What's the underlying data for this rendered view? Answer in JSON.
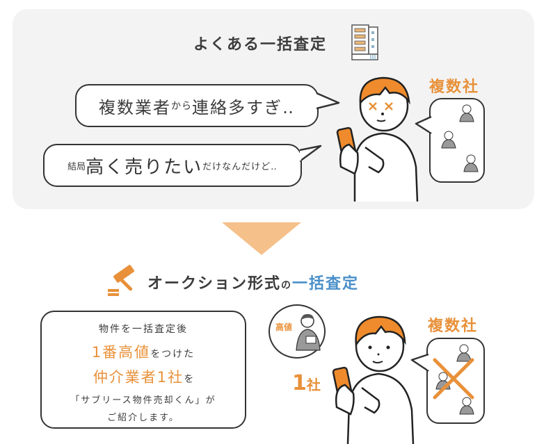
{
  "top_section": {
    "title": "よくある一括査定",
    "bubble1": {
      "part1": "複数業者",
      "part2": "から",
      "part3": "連絡多すぎ‥"
    },
    "bubble2": {
      "part1": "結局",
      "part2": "高く売りたい",
      "part3": "だけなんだけど‥"
    },
    "label_multiple": "複数社"
  },
  "bottom_section": {
    "title_main": "オークション形式",
    "title_particle": "の",
    "title_accent": "一括査定",
    "info": {
      "line1": "物件を一括査定後",
      "line2_accent": "1番高値",
      "line2_rest": "をつけた",
      "line3_accent": "仲介業者1社",
      "line3_rest": "を",
      "line4": "「サブリース物件売却くん」が",
      "line5": "ご紹介します。"
    },
    "high_price_label": "高値",
    "one_company_num": "1",
    "one_company_unit": "社",
    "label_multiple": "複数社"
  },
  "colors": {
    "orange": "#e8913a",
    "arrow": "#f5c08a",
    "blue": "#4a8fc9",
    "panel_bg": "#f3f3f3",
    "outline": "#333333"
  }
}
